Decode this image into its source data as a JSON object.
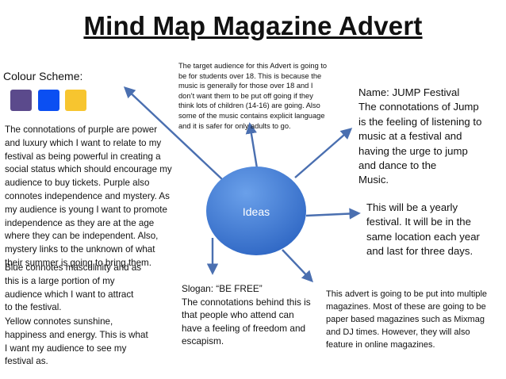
{
  "title": "Mind Map Magazine Advert",
  "colour_scheme": {
    "label": "Colour Scheme:",
    "swatches": [
      "#5b4a8c",
      "#0b4ff2",
      "#f7c52f"
    ]
  },
  "center_node": {
    "label": "Ideas",
    "color": "#3f7ad6"
  },
  "arrow_color": "#4a6fb0",
  "notes": {
    "purple": "The connotations of purple are power\nand luxury which I want to relate to my\nfestival as being  powerful in creating a\nsocial status which should encourage my\naudience to buy tickets. Purple also\nconnotes independence and mystery. As\nmy audience is young I want to promote\nindependence as they are at the age\nwhere they can be independent. Also,\nmystery links to the unknown of what\ntheir summer is going to bring them.",
    "blue": "Blue connotes masculinity and as\nthis is a large portion of my\naudience which I want to attract\nto the festival.",
    "yellow": "Yellow connotes sunshine,\nhappiness and energy. This is what\nI want my audience to see my\nfestival as.",
    "audience": "The target audience for this Advert is going to\nbe for students over 18. This is because the\nmusic is generally for those over 18 and I\ndon’t want them to be put off going if they\nthink lots of children (14-16) are going. Also\nsome of the music contains explicit language\nand it is safer for only adults to go.",
    "name": "Name: JUMP Festival\nThe connotations of Jump\nis the feeling of listening to\nmusic at a festival and\nhaving the urge to jump\nand dance to the\nMusic.",
    "yearly": "This will be a yearly\nfestival. It will be in the\nsame location each year\nand last for three days.",
    "slogan": "Slogan: “BE FREE”\nThe connotations behind this is\nthat people who attend can\nhave a feeling of freedom and\nescapism.",
    "magazines": "This advert is going to be put into multiple\nmagazines. Most of these are going to be\npaper based magazines such as Mixmag\nand DJ times. However, they will also\nfeature in online magazines."
  }
}
